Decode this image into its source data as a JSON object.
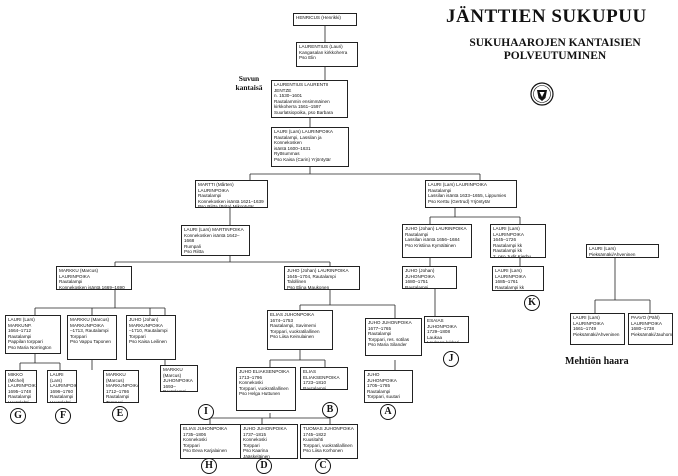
{
  "header": {
    "title": "JÄNTTIEN SUKUPUU",
    "subtitle_line1": "SUKUHAAROJEN KANTAISIEN",
    "subtitle_line2": "POLVEUTUMINEN",
    "suvun_kantaisa_1": "Suvun",
    "suvun_kantaisa_2": "kantaisä",
    "mehtion_haara": "Mehtiön haara"
  },
  "boxes": {
    "henricus": "HENRICUS (Henrikki)",
    "laurentius1": "LAURENTIUS (Lauri)\nKangasalan kirkkoherra\nPso Elin",
    "laurentius2": "LAURENTIUS LAURENTII JENTZE\nn. 1530–1601\nRautalammin ensimmäinen\nkirkkoherra 1561–1597\nSuurlatsiopoika, pso Barbara",
    "lauri_main": "LAURI (Lars) LAURINPOIKA\nRautalampi, Lassilan ja Konnekosken\nisäntä 1600–1631\nRyttsummas\nPso Kaisa (Carin) Yrjöntytär",
    "martti": "MARTTI (Mårten) LAURINPOIKA\nRautalampi\nKonnekosken isäntä 1621–1639\nPso Riitta (Brita) Mikontytär",
    "lauri_lassila": "LAURI (Lars) LAURINPOIKA\nRautalampi\nLassilan isäntä 1633–1655, Lippumies\nPso Kerttu (Gertrud) Yrjöntytär",
    "lauri_martin": "LAURI (Lars) MARTINPOIKA\nKonnekosken isäntä 1642–1668\nRumpali\nPso Riitta",
    "juho_johan_r": "JUHO (Johan) LAURINPOIKA\nRautalampi\nLassilan isäntä 1656–1684\nPso Kristiina Kymäläinen",
    "lauri_1645": "LAURI (Lars) LAURINPOIKA\n1645–1726\nRautalampi kk\nRautalampi kk\n2. pso Judit Kierhu",
    "markku": "MARKKU (Marcus) LAURINPOIKA\nRautalampi\nKonnekosken isäntä 1669–1690\nSotilas, pso Anna Laukkonen",
    "juho_1645": "JUHO (Johan) LAURINPOIKA\n1645–1704, Rautalampi\nTalollinen\nPso Elina Maukonen",
    "juho_1680": "JUHO (Johan) JUHONPOIKA\n1680–1751\nRautalampi\nLaukaan lukkari",
    "lauri_1685": "LAURI (Lars) LAURINPOIKA\n1685–1761\nRautalampi kk\nRautalammin lukkari",
    "lauri_mehtio": "LAURI (Lars)\nPieksämäki/Ahveninen",
    "lauri_markun": "LAURI (Lars) MARKUNP.\n1664–1712\nRautalampi\nPappilan torppari\nPso Maria Norrington",
    "markku_1713": "MARKKU (Marcus)\nMARKUNPOIKA\n–1713, Rautalampi\nTorppari\nPso Vappu Taponen",
    "juho_markun": "JUHO (Johan)\nMARKUNPOIKA\n–1710, Rautalampi\nTorppari\nPso Kaisa Leilinen",
    "elias_1674": "ELIAS JUHONPOIKA\n1674–1753\nRautalampi, Savimemi\nTorppari, vuokratilallinen\nPso Liisa Keinulainen",
    "juho_1677": "JUHO JUHONPOIKA\n1677–1765\nRautalampi\nTorppari, res. sotilas\nPso Maria Silander",
    "esaias": "ESAIAS JUHONPOIKA\n1729–1808\nLaukaa\nLaukaan lukkari",
    "lauri_1661": "LAURI (Lars)\nLAURINPOIKA\n1661–1749\nPieksämäki/Ahveninen",
    "paavo": "PAAVO (Pähl)\nLAURINPOIKA\n1680–1738\nPieksämäki/Jauhomäki",
    "mikko": "MIKKO (Michel)\nLAURINPOIKA\n1695–1748\nRautalampi\nHautolahti",
    "lauri_1696": "LAURI (Lars)\nLAURINPOIKA\n1696–1760\nRautalampi\nHautolahti",
    "markku_1712": "MARKKU (Marcus)\nMARKUNPOIKA\n1712–1786\nRautalampi\nTorppari",
    "markku_1693": "MARKKU (Marcus)\nJUHONPOIKA\n1693–\nRautalampi",
    "juho_elias": "JUHO ELIAKSENPOIKA\n1713–1796\nKonnekoski\nTorppari, vuokratilallinen\nPso Helga Huttunen",
    "elias_elias": "ELIAS ELIAKSENPOIKA\n1723–1810\nRautalampi",
    "juho_1705": "JUHO JUHONPOIKA\n1705–1785\nRautalampi\nTorppari, suutari",
    "elias_1735": "ELIAS JUHONPOIKA\n1735–1806\nKonnekoski\nTorppari\nPso Eeva Karjalainen",
    "juho_1737": "JUHO JUHONPOIKA\n1737–1815\nKonnekoski\nTorppari\nPso Kaarina Jääskeläinen",
    "tuomas": "TUOMAS JUHONPOIKA\n1745–1822\nKuusitahti\nTorppari, vuokratilallinen\nPso Liisa Korhonen"
  },
  "markers": {
    "G": "G",
    "F": "F",
    "E": "E",
    "I": "I",
    "B": "B",
    "A": "A",
    "J": "J",
    "K": "K",
    "H": "H",
    "D": "D",
    "C": "C"
  }
}
